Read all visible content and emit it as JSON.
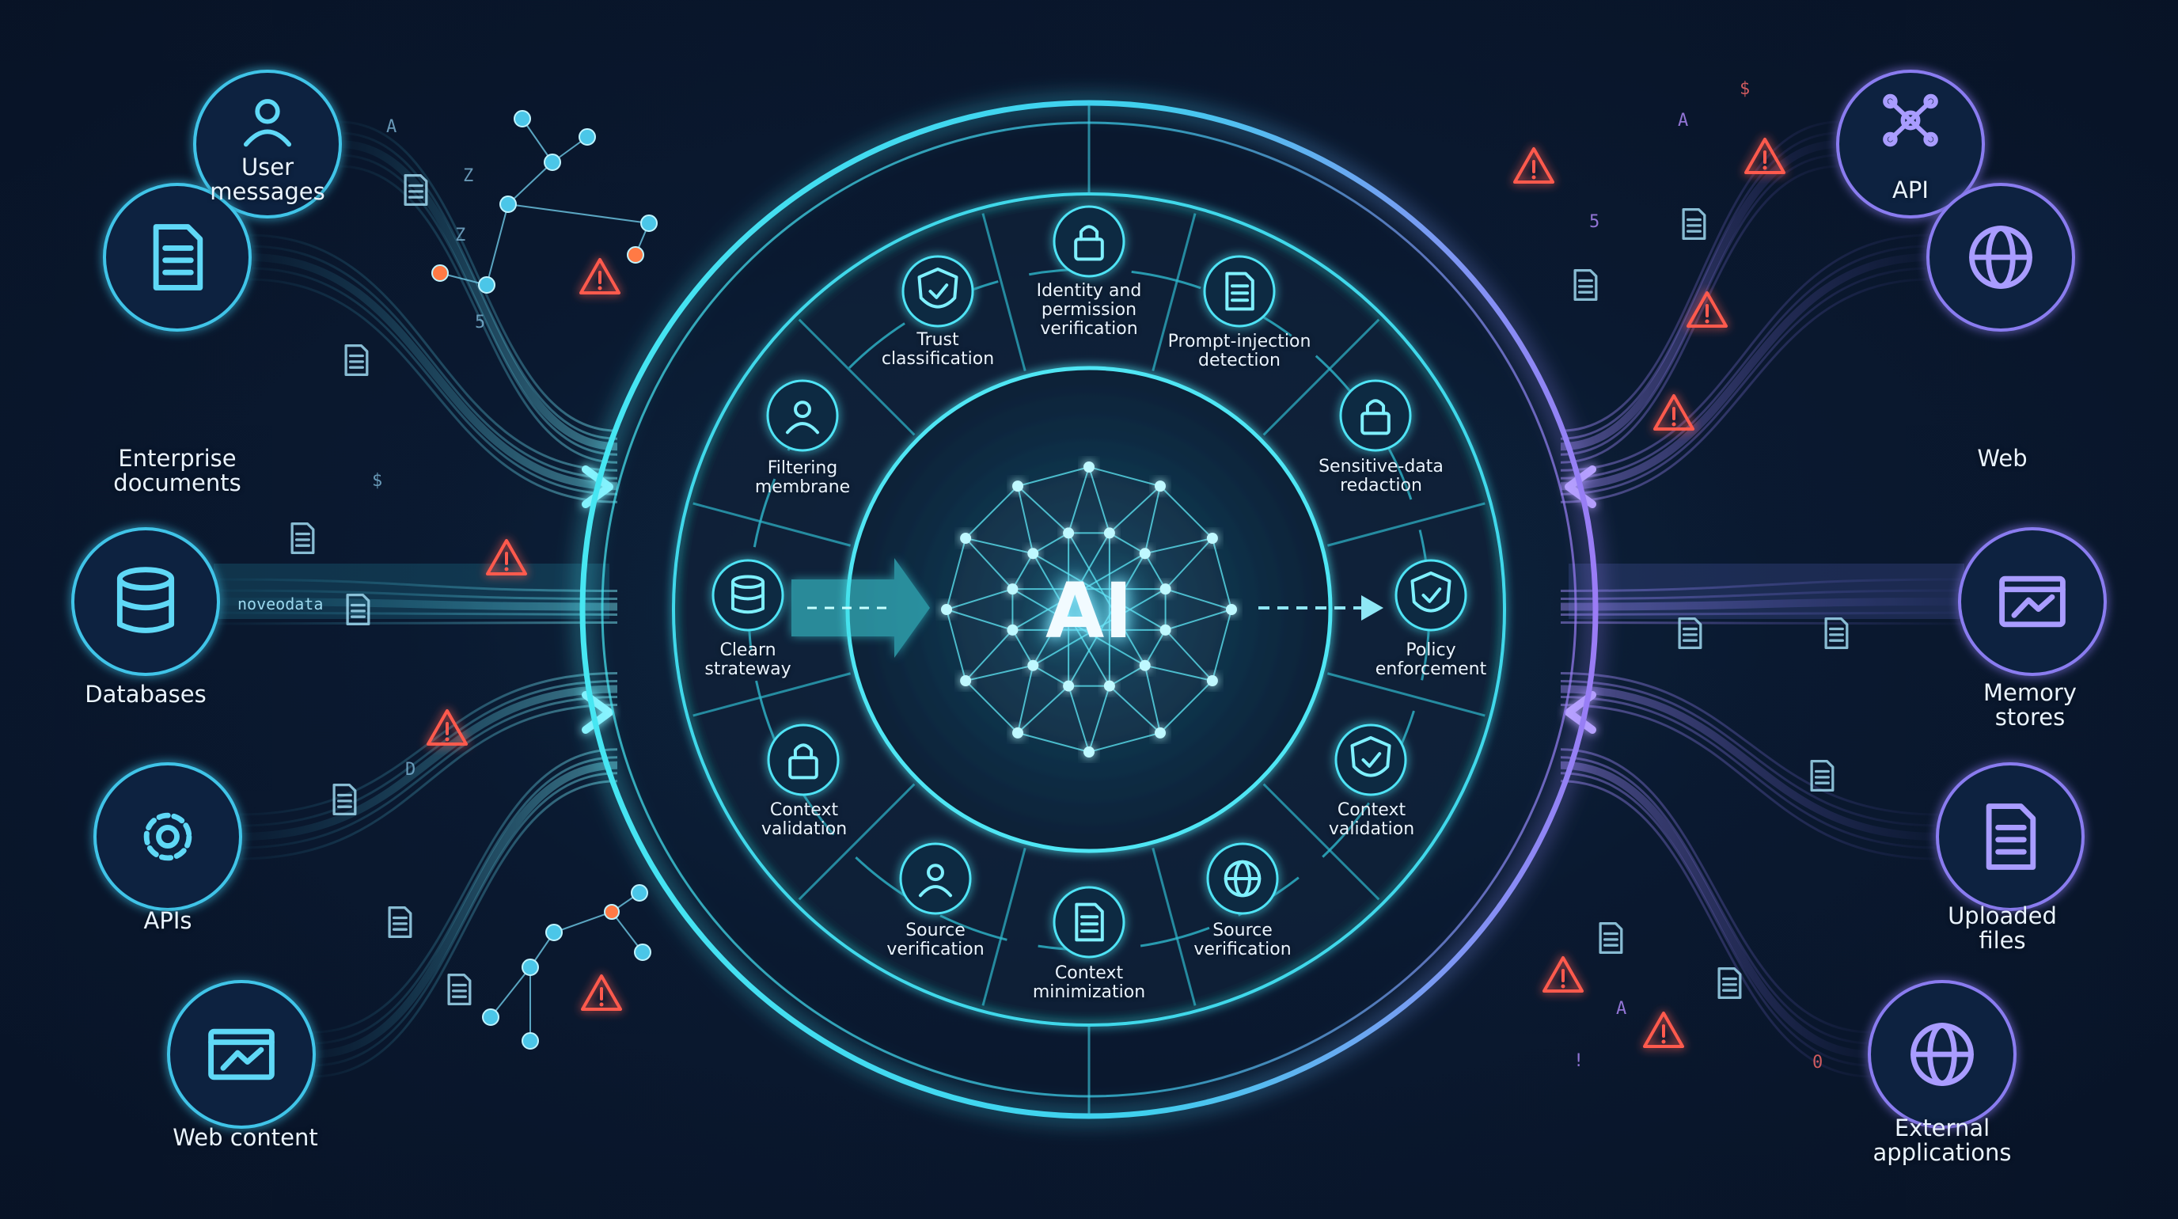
{
  "center": {
    "label": "AI"
  },
  "sources_left": [
    {
      "id": "user-messages",
      "label_lines": [
        "User",
        "messages"
      ],
      "icon": "chat-person-icon"
    },
    {
      "id": "enterprise-documents",
      "label_lines": [
        "Enterprise",
        "documents"
      ],
      "icon": "documents-icon"
    },
    {
      "id": "databases",
      "label_lines": [
        "Databases"
      ],
      "icon": "database-gear-icon"
    },
    {
      "id": "apis",
      "label_lines": [
        "APIs"
      ],
      "icon": "gears-icon"
    },
    {
      "id": "web-content",
      "label_lines": [
        "Web content"
      ],
      "icon": "browser-cursor-icon"
    }
  ],
  "sources_right": [
    {
      "id": "api",
      "label_lines": [
        "API"
      ],
      "icon": "network-icon"
    },
    {
      "id": "web",
      "label_lines": [
        "Web"
      ],
      "icon": "globe-gear-icon"
    },
    {
      "id": "memory-stores",
      "label_lines": [
        "Memory",
        "stores"
      ],
      "icon": "window-chart-icon"
    },
    {
      "id": "uploaded-files",
      "label_lines": [
        "Uploaded",
        "files"
      ],
      "icon": "file-icon"
    },
    {
      "id": "external-applications",
      "label_lines": [
        "External",
        "applications"
      ],
      "icon": "app-globe-icon"
    }
  ],
  "stages": [
    {
      "id": "trust-classification",
      "label_lines": [
        "Trust",
        "classification"
      ],
      "icon": "shield-check-icon"
    },
    {
      "id": "identity-verification",
      "label_lines": [
        "Identity and",
        "permission",
        "verification"
      ],
      "icon": "person-lock-icon"
    },
    {
      "id": "prompt-injection",
      "label_lines": [
        "Prompt-injection",
        "detection"
      ],
      "icon": "doc-slash-icon"
    },
    {
      "id": "sensitive-data",
      "label_lines": [
        "Sensitive-data",
        "redaction"
      ],
      "icon": "db-lock-icon"
    },
    {
      "id": "policy-enforcement",
      "label_lines": [
        "Policy",
        "enforcement"
      ],
      "icon": "shield-check-icon"
    },
    {
      "id": "context-validation-right",
      "label_lines": [
        "Context",
        "validation"
      ],
      "icon": "shield-check-icon"
    },
    {
      "id": "source-verification-right",
      "label_lines": [
        "Source",
        "verification"
      ],
      "icon": "globe-icon"
    },
    {
      "id": "context-minimization",
      "label_lines": [
        "Context",
        "minimization"
      ],
      "icon": "doc-search-icon"
    },
    {
      "id": "source-verification-left",
      "label_lines": [
        "Source",
        "verification"
      ],
      "icon": "person-check-icon"
    },
    {
      "id": "context-validation-left",
      "label_lines": [
        "Context",
        "validation"
      ],
      "icon": "lock-icon"
    },
    {
      "id": "clearn-strateway",
      "label_lines": [
        "Clearn",
        "strateway"
      ],
      "icon": "db-search-icon"
    },
    {
      "id": "filtering-membrane",
      "label_lines": [
        "Filtering",
        "membrane"
      ],
      "icon": "person-warning-icon"
    }
  ],
  "stream_text": "noveodata",
  "tokens": [
    "A",
    "Z",
    "Z",
    "5",
    "$",
    "D",
    "A",
    "5",
    "$",
    "!",
    "0",
    "A"
  ],
  "colors": {
    "cyan": "#4fe3f5",
    "teal": "#2fc6d6",
    "purple": "#8a6cf0",
    "warning": "#ff5a4e",
    "node_orange": "#ff7a45"
  }
}
